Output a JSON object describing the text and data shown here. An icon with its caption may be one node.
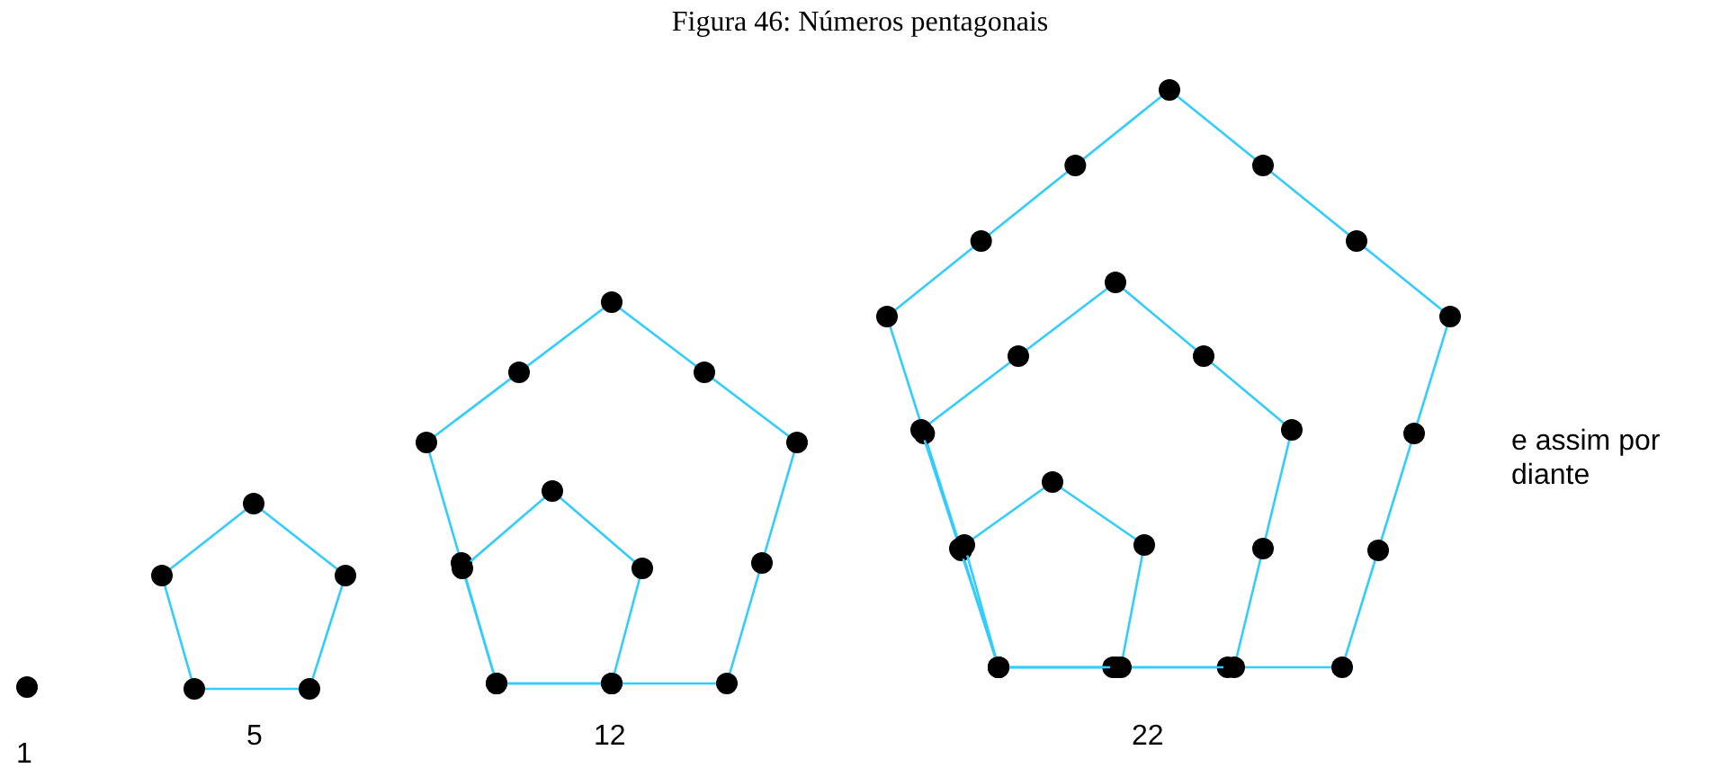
{
  "diagram": {
    "title": "Figura 46: Números pentagonais",
    "labels": [
      "1",
      "5",
      "12",
      "22",
      "e assim por diante"
    ]
  }
}
